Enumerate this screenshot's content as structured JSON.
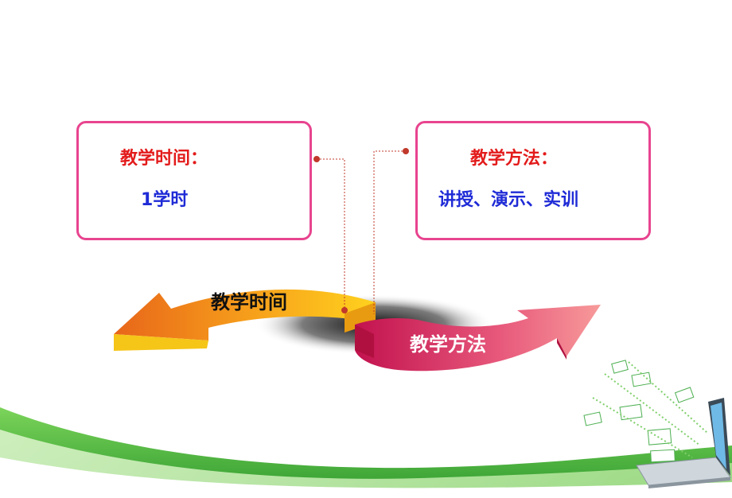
{
  "boxes": {
    "time": {
      "title": "教学时间：",
      "value": "1学时"
    },
    "method": {
      "title": "教学方法：",
      "value": "讲授、演示、实训"
    }
  },
  "arrows": {
    "left": {
      "label": "教学时间",
      "color": "#f5a623"
    },
    "right": {
      "label": "教学方法",
      "color": "#d81b60"
    }
  },
  "colors": {
    "box_border": "#e8448f",
    "title_text": "#e31b1b",
    "value_text": "#1f2bd6",
    "connector": "#c0392b",
    "wave_green": "#4caf50"
  },
  "icons": [
    "laptop-email-icon"
  ]
}
